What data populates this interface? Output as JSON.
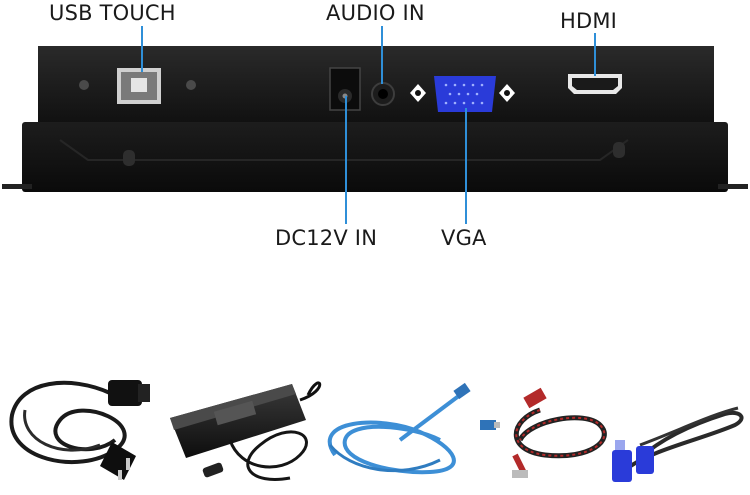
{
  "ports": {
    "usb_touch": "USB TOUCH",
    "audio_in": "AUDIO IN",
    "hdmi": "HDMI",
    "dc12v_in": "DC12V IN",
    "vga": "VGA"
  },
  "accessories": [
    {
      "icon": "power-cord-icon"
    },
    {
      "icon": "power-adapter-icon"
    },
    {
      "icon": "usb-cable-icon"
    },
    {
      "icon": "hdmi-cable-icon"
    },
    {
      "icon": "vga-cable-icon"
    }
  ],
  "colors": {
    "device_body": "#141414",
    "vga_connector": "#2a3bd9",
    "leader_line": "#2f8fd8",
    "usb_cable": "#3d8fd6",
    "hdmi_cable": "#b32a2a"
  }
}
